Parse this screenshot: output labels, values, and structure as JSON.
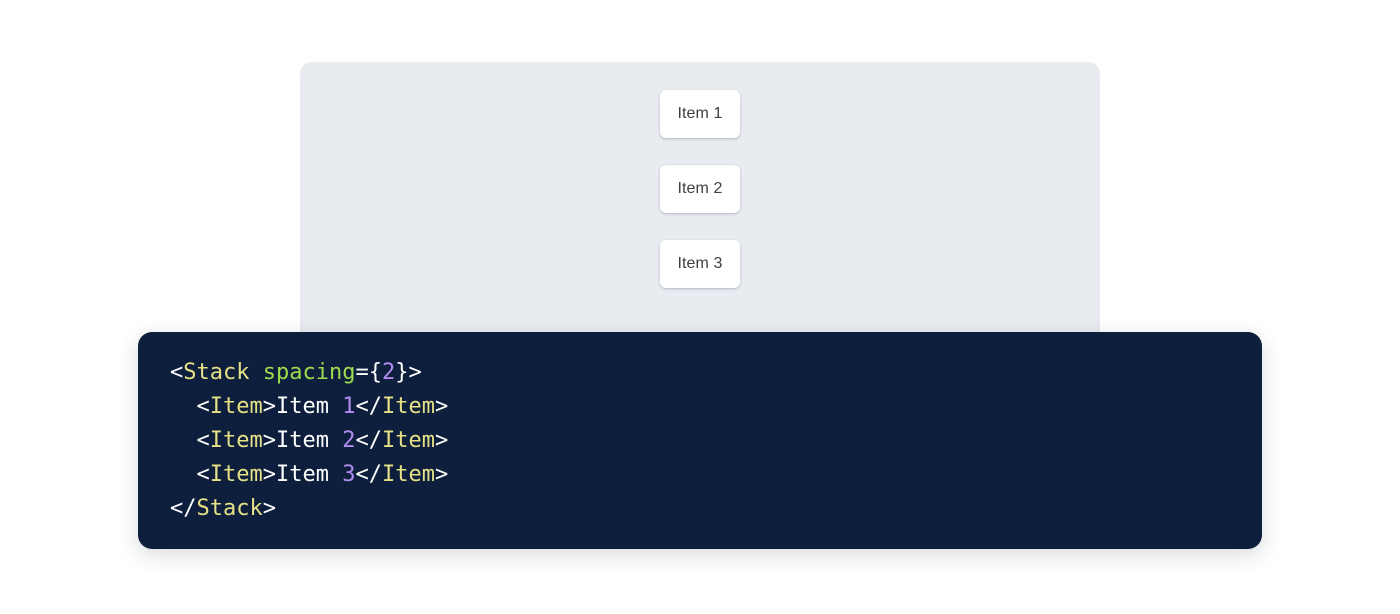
{
  "colors": {
    "page_background": "#ffffff",
    "preview_panel_background": "#e8ebf0",
    "item_background": "#ffffff",
    "item_text": "#3c4043",
    "code_background": "#0d1f3c",
    "code_punctuation": "#ffffff",
    "code_tag": "#e6e187",
    "code_attribute": "#9ddb4f",
    "code_number": "#b18cf0",
    "code_text": "#ffffff"
  },
  "preview": {
    "name": "stack-preview",
    "items": [
      {
        "label": "Item 1"
      },
      {
        "label": "Item 2"
      },
      {
        "label": "Item 3"
      }
    ]
  },
  "code": {
    "language": "jsx",
    "lines": [
      {
        "indent": "",
        "tokens": [
          {
            "text": "<",
            "type": "punct"
          },
          {
            "text": "Stack",
            "type": "tag"
          },
          {
            "text": " ",
            "type": "punct"
          },
          {
            "text": "spacing",
            "type": "attr"
          },
          {
            "text": "=",
            "type": "punct"
          },
          {
            "text": "{",
            "type": "punct"
          },
          {
            "text": "2",
            "type": "num"
          },
          {
            "text": "}",
            "type": "punct"
          },
          {
            "text": ">",
            "type": "punct"
          }
        ]
      },
      {
        "indent": "  ",
        "tokens": [
          {
            "text": "<",
            "type": "punct"
          },
          {
            "text": "Item",
            "type": "tag"
          },
          {
            "text": ">",
            "type": "punct"
          },
          {
            "text": "Item ",
            "type": "text"
          },
          {
            "text": "1",
            "type": "num"
          },
          {
            "text": "</",
            "type": "punct"
          },
          {
            "text": "Item",
            "type": "tag"
          },
          {
            "text": ">",
            "type": "punct"
          }
        ]
      },
      {
        "indent": "  ",
        "tokens": [
          {
            "text": "<",
            "type": "punct"
          },
          {
            "text": "Item",
            "type": "tag"
          },
          {
            "text": ">",
            "type": "punct"
          },
          {
            "text": "Item ",
            "type": "text"
          },
          {
            "text": "2",
            "type": "num"
          },
          {
            "text": "</",
            "type": "punct"
          },
          {
            "text": "Item",
            "type": "tag"
          },
          {
            "text": ">",
            "type": "punct"
          }
        ]
      },
      {
        "indent": "  ",
        "tokens": [
          {
            "text": "<",
            "type": "punct"
          },
          {
            "text": "Item",
            "type": "tag"
          },
          {
            "text": ">",
            "type": "punct"
          },
          {
            "text": "Item ",
            "type": "text"
          },
          {
            "text": "3",
            "type": "num"
          },
          {
            "text": "</",
            "type": "punct"
          },
          {
            "text": "Item",
            "type": "tag"
          },
          {
            "text": ">",
            "type": "punct"
          }
        ]
      },
      {
        "indent": "",
        "tokens": [
          {
            "text": "</",
            "type": "punct"
          },
          {
            "text": "Stack",
            "type": "tag"
          },
          {
            "text": ">",
            "type": "punct"
          }
        ]
      }
    ]
  }
}
